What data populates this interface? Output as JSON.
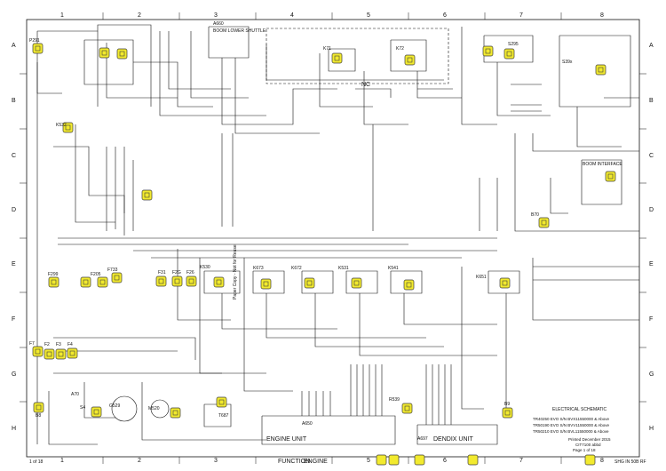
{
  "columns": [
    "1",
    "2",
    "3",
    "4",
    "5",
    "6",
    "7",
    "8"
  ],
  "rows": [
    "A",
    "B",
    "C",
    "D",
    "E",
    "F",
    "G",
    "H"
  ],
  "accent_colors": {
    "highlight": "#f2ea2e",
    "highlight_border": "#3c3c3c",
    "wire": "#111111"
  },
  "title_block": {
    "title": "ELECTRICAL SCHEMATIC",
    "models": [
      "TR40250 EVO S/N BVX11550000 & Above",
      "TR50190 EVO S/N BVV11550000 & Above",
      "TR50210 EVO S/N BVL11550000 & Above"
    ],
    "printed": "Printed December 2015",
    "part": "CIT7100 abbd",
    "page": "Page 1 of 18"
  },
  "footer": {
    "left_code": "1 of 18",
    "function_label": "FUNCTION",
    "engine_label": "ENGINE",
    "right_code": "SHG IN 50B RF"
  },
  "units": {
    "engine_unit": "ENGINE UNIT",
    "engine_unit_code": "A650",
    "dendix_unit": "DENDIX UNIT",
    "dendix_code": "A697",
    "boom_interface": "BOOM INTERFACE",
    "boom_lower": "BOOM LOWER SHUTTLE",
    "boom_lower_code": "A660"
  },
  "components": [
    {
      "id": "P291",
      "label": "P291"
    },
    {
      "id": "K532",
      "label": "K532"
    },
    {
      "id": "K71",
      "label": "K71"
    },
    {
      "id": "K72",
      "label": "K72"
    },
    {
      "id": "S295",
      "label": "S295"
    },
    {
      "id": "S39x",
      "label": "S39x"
    },
    {
      "id": "B70",
      "label": "B70"
    },
    {
      "id": "F299",
      "label": "F299"
    },
    {
      "id": "F205",
      "label": "F205"
    },
    {
      "id": "F733",
      "label": "F733"
    },
    {
      "id": "F31",
      "label": "F31"
    },
    {
      "id": "F2G",
      "label": "F2G"
    },
    {
      "id": "F26",
      "label": "F26"
    },
    {
      "id": "K530",
      "label": "K530"
    },
    {
      "id": "K673",
      "label": "K673"
    },
    {
      "id": "K672",
      "label": "K672"
    },
    {
      "id": "K531",
      "label": "K531"
    },
    {
      "id": "K541",
      "label": "K541"
    },
    {
      "id": "K651",
      "label": "K651"
    },
    {
      "id": "G529",
      "label": "G529"
    },
    {
      "id": "M520",
      "label": "M520"
    },
    {
      "id": "T687",
      "label": "T687"
    },
    {
      "id": "R539",
      "label": "R539"
    },
    {
      "id": "B9",
      "label": "B9"
    },
    {
      "id": "B8",
      "label": "B8"
    },
    {
      "id": "S4",
      "label": "S4"
    },
    {
      "id": "F7",
      "label": "F7"
    },
    {
      "id": "F2",
      "label": "F2"
    },
    {
      "id": "F3",
      "label": "F3"
    },
    {
      "id": "F4",
      "label": "F4"
    },
    {
      "id": "A70",
      "label": "A70"
    }
  ],
  "vertical_text": "Paper Copy - Not for Reuse",
  "nc_label": "NC"
}
